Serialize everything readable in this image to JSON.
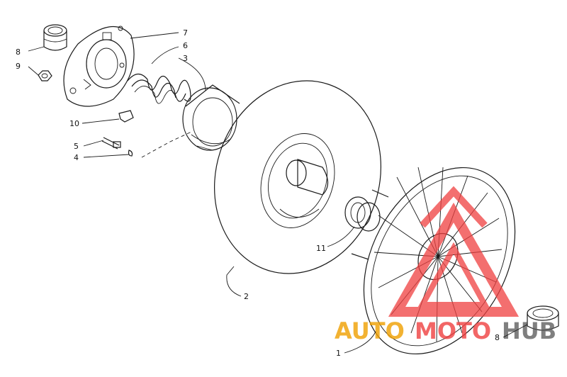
{
  "labels": {
    "p1": "1",
    "p2": "2",
    "p3": "3",
    "p4": "4",
    "p5": "5",
    "p6": "6",
    "p7": "7",
    "p8a": "8",
    "p8b": "8",
    "p9": "9",
    "p10": "10",
    "p11": "11"
  },
  "watermark": {
    "word_part1": "AUTO",
    "word_part2": "MOTO",
    "word_part3": "HUB",
    "color_primary": "#f04040",
    "color_secondary": "#f0a000",
    "color_tertiary": "#555555"
  },
  "colors": {
    "line": "#1a1a1a",
    "background": "#ffffff"
  }
}
